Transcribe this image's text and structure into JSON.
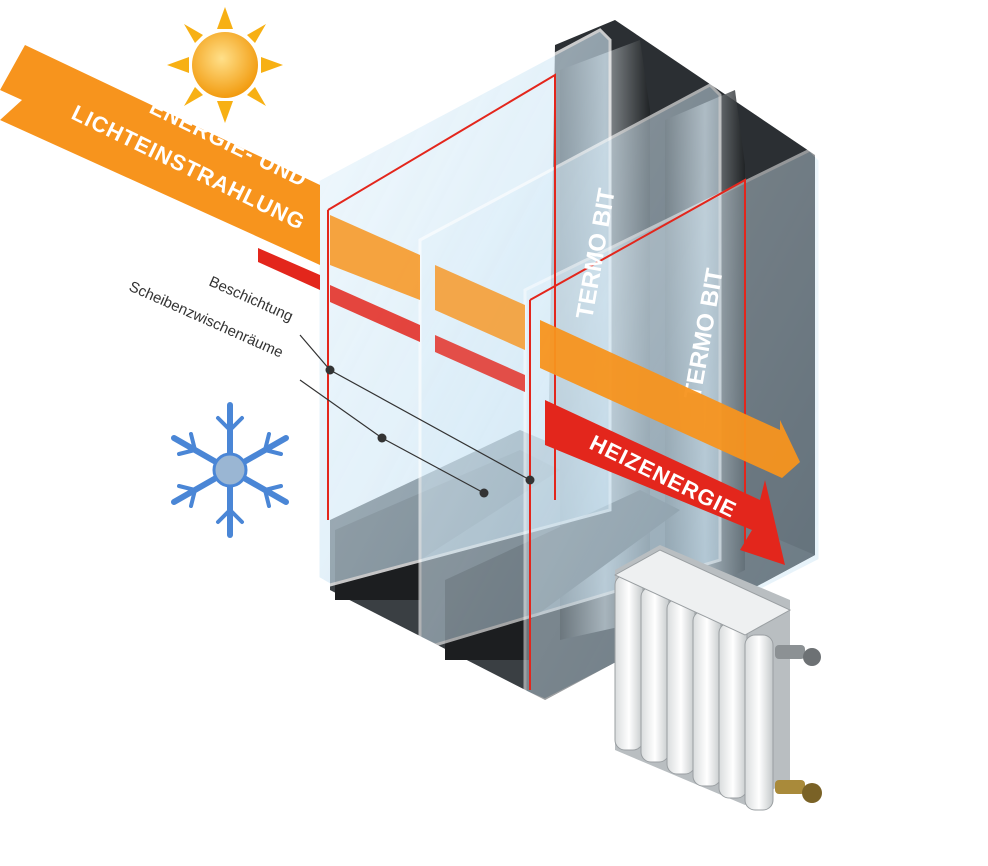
{
  "labels": {
    "energy_line1": "ENERGIE- UND",
    "energy_line2": "LICHTEINSTRAHLUNG",
    "heat": "HEIZENERGIE",
    "coating": "Beschichtung",
    "spaces": "Scheibenzwischenräume",
    "brand": "TERMO BIT"
  },
  "icons": {
    "sun": "sun-icon",
    "snowflake": "snowflake-icon",
    "radiator": "radiator-icon"
  },
  "colors": {
    "orange": "#f7941d",
    "red": "#e3261c",
    "frame": "#2b2f33",
    "glass": "#cfe7f7",
    "snow": "#4a86d6",
    "sun": "#f9b21b"
  }
}
